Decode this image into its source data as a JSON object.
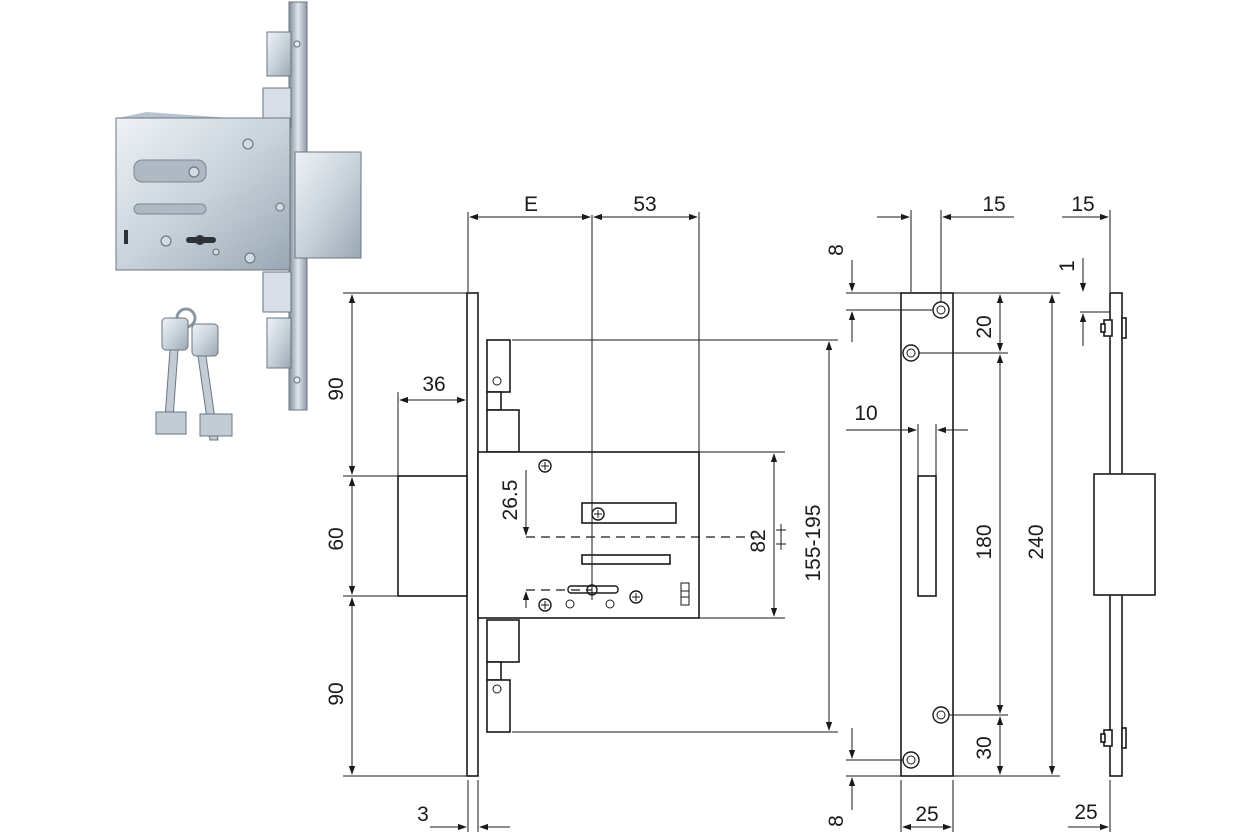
{
  "dimensions": {
    "e": "E",
    "d53": "53",
    "d15_side": "15",
    "d15_top": "15",
    "d8_top": "8",
    "d1": "1",
    "d90_top": "90",
    "d36": "36",
    "d60": "60",
    "d90_bottom": "90",
    "d26_5": "26.5",
    "d82": "82",
    "d155_195": "155-195",
    "d10": "10",
    "d20": "20",
    "d180": "180",
    "d240": "240",
    "d30": "30",
    "d25_plate": "25",
    "d25_side": "25",
    "d3": "3",
    "d8_bottom": "8"
  },
  "colors": {
    "line": "#1a1a1a",
    "steel": "#c9d3dc",
    "steel_dark": "#8e9aa6",
    "background": "#ffffff"
  }
}
